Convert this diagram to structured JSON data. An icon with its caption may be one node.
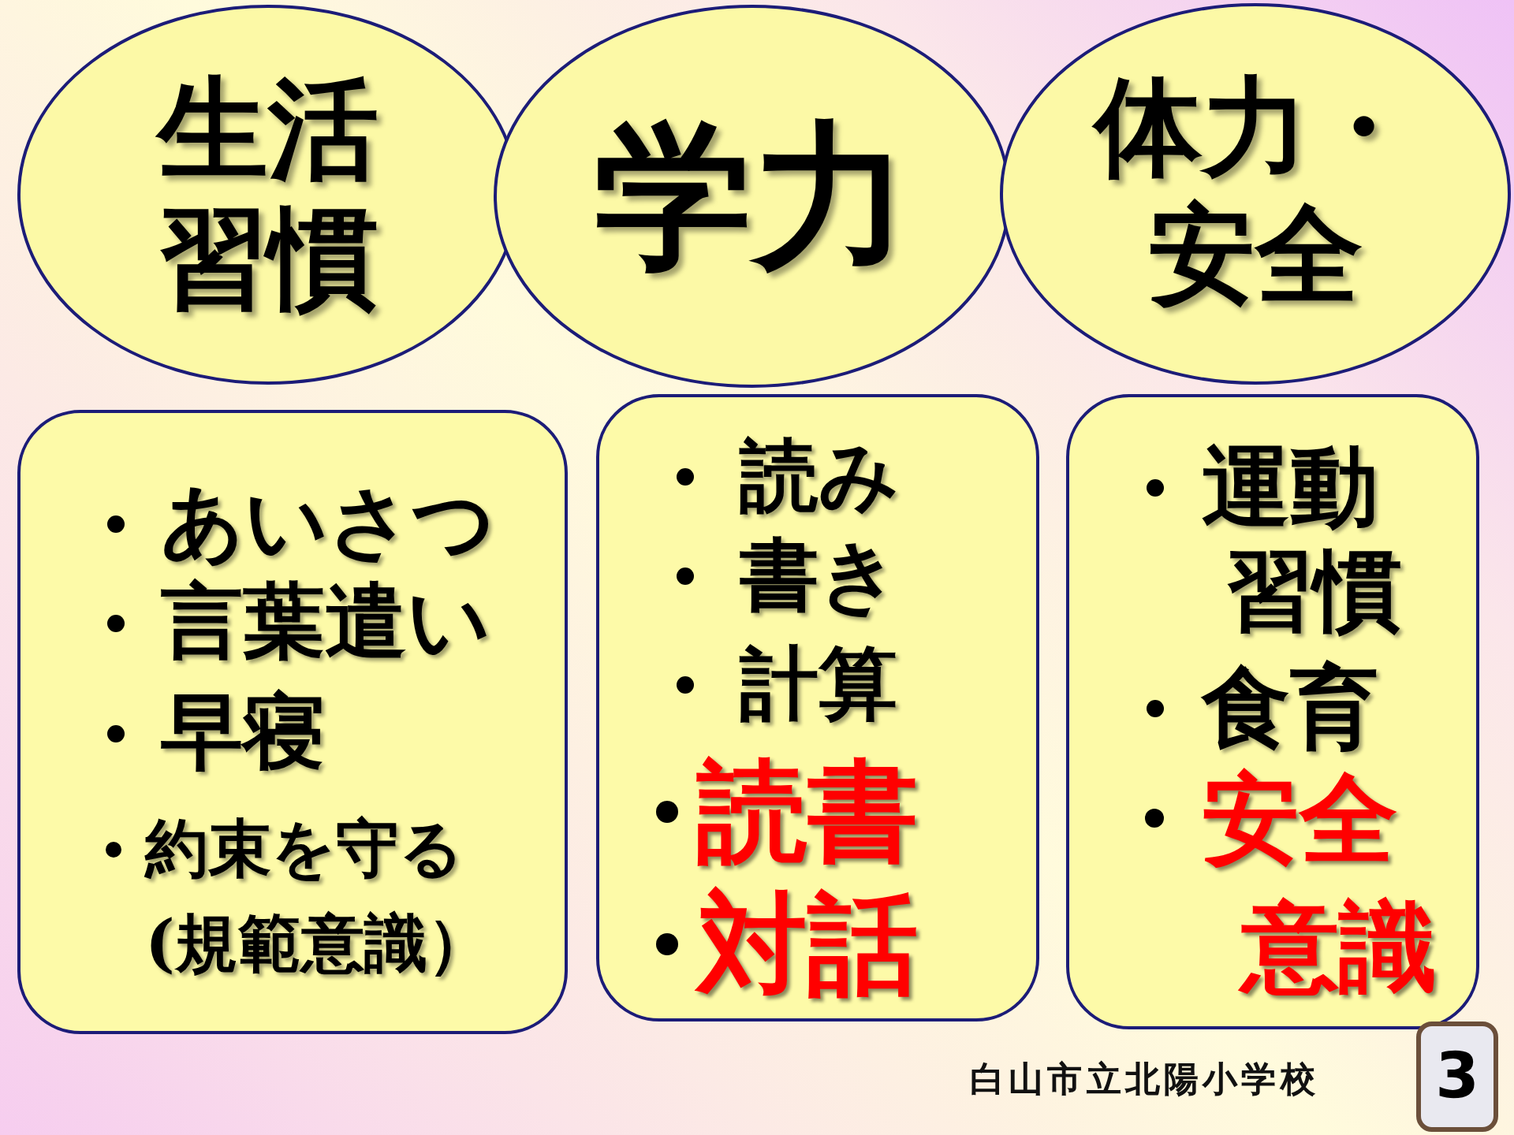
{
  "diagram": {
    "nodes": [
      {
        "text": [
          "生活習慣"
        ]
      },
      {
        "text": [
          "学力"
        ]
      },
      {
        "text": [
          "体力・安全"
        ]
      },
      {
        "text": [
          "あいさつ",
          "言葉遣い",
          "早寝",
          "約束を守る(規範意識）"
        ]
      },
      {
        "text": [
          "読み",
          "書き",
          "計算",
          "読書",
          "対話"
        ]
      },
      {
        "text": [
          "運動習慣",
          "食育",
          "安全意識"
        ]
      },
      {
        "text": [
          "3"
        ]
      }
    ],
    "labels": [
      "白山市立北陽小学校"
    ]
  }
}
